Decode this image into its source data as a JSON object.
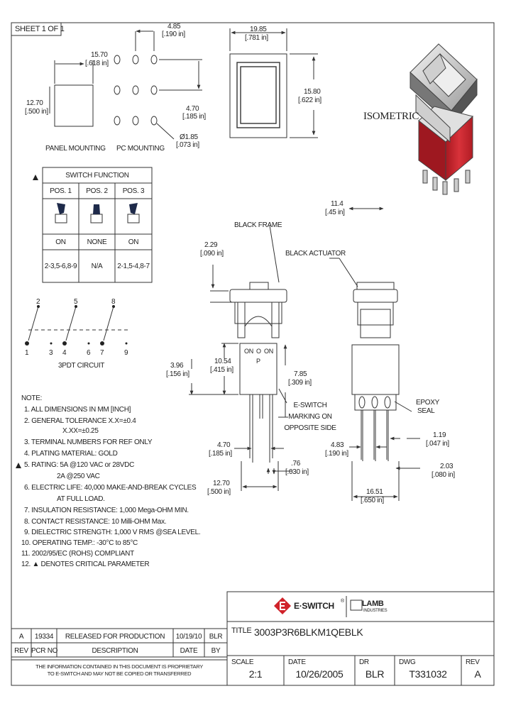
{
  "sheet_label": "SHEET 1 OF 1",
  "dims": {
    "top_485": "4.85",
    "top_485_in": "[.190 in]",
    "width_1570": "15.70",
    "width_1570_in": "[.618 in]",
    "height_1270": "12.70",
    "height_1270_in": "[.500 in]",
    "pc_470": "4.70",
    "pc_470_in": "[.185 in]",
    "hole_185": "Ø1.85",
    "hole_185_in": "[.073 in]",
    "frame_1985": "19.85",
    "frame_1985_in": "[.781 in]",
    "frame_1580": "15.80",
    "frame_1580_in": "[.622 in]",
    "d_1140": "11.4",
    "d_1140_in": "[.45 in]",
    "d_229": "2.29",
    "d_229_in": "[.090 in]",
    "d_396": "3.96",
    "d_396_in": "[.156 in]",
    "d_1054": "10.54",
    "d_1054_in": "[.415 in]",
    "d_785": "7.85",
    "d_785_in": "[.309 in]",
    "d_470b": "4.70",
    "d_470b_in": "[.185 in]",
    "d_076": ".76",
    "d_076_in": "[.030 in]",
    "d_1270b": "12.70",
    "d_1270b_in": "[.500 in]",
    "d_483": "4.83",
    "d_483_in": "[.190 in]",
    "d_119": "1.19",
    "d_119_in": "[.047 in]",
    "d_203": "2.03",
    "d_203_in": "[.080 in]",
    "d_1651": "16.51",
    "d_1651_in": "[.650 in]"
  },
  "labels": {
    "panel_mounting": "PANEL MOUNTING",
    "pc_mounting": "PC MOUNTING",
    "isometric": "ISOMETRIC",
    "black_frame": "BLACK FRAME",
    "black_actuator": "BLACK ACTUATOR",
    "epoxy": "EPOXY",
    "seal": "SEAL",
    "eswitch_marking_1": "E-SWITCH",
    "eswitch_marking_2": "MARKING ON",
    "eswitch_marking_3": "OPPOSITE SIDE",
    "side_on_left": "ON",
    "side_o": "O",
    "side_on_right": "ON",
    "side_p": "P",
    "circuit_caption": "3PDT CIRCUIT"
  },
  "switch_function": {
    "title": "SWITCH FUNCTION",
    "headers": [
      "POS. 1",
      "POS. 2",
      "POS. 3"
    ],
    "states": [
      "ON",
      "NONE",
      "ON"
    ],
    "connections": [
      "2-3,5-6,8-9",
      "N/A",
      "2-1,5-4,8-7"
    ]
  },
  "circuit": {
    "top_pins": [
      "2",
      "5",
      "8"
    ],
    "bottom_pins": [
      "1",
      "3",
      "4",
      "6",
      "7",
      "9"
    ]
  },
  "notes": {
    "title": "NOTE:",
    "lines": [
      "1. ALL DIMENSIONS IN MM [INCH]",
      "2. GENERAL TOLERANCE  X.X=±0.4",
      "X.XX=±0.25",
      "3. TERMINAL NUMBERS FOR REF ONLY",
      "4. PLATING MATERIAL: GOLD",
      "5. RATING: 5A @120 VAC or 28VDC",
      "2A @250 VAC",
      "6. ELECTRIC LIFE: 40,000 MAKE-AND-BREAK CYCLES",
      "AT FULL LOAD.",
      "7. INSULATION RESISTANCE: 1,000 Mega-OHM MIN.",
      "8. CONTACT RESISTANCE: 10 Milli-OHM Max.",
      "9. DIELECTRIC STRENGTH: 1,000 V RMS @SEA LEVEL.",
      "10. OPERATING TEMP.: -30°C to 85°C",
      "11. 2002/95/EC (ROHS) COMPLIANT",
      "12. ▲ DENOTES CRITICAL PARAMETER"
    ]
  },
  "revision_table": {
    "row": {
      "rev": "A",
      "pcr": "19334",
      "desc": "RELEASED FOR PRODUCTION",
      "date": "10/19/10",
      "by": "BLR"
    },
    "headers": {
      "rev": "REV",
      "pcr": "PCR NO",
      "desc": "DESCRIPTION",
      "date": "DATE",
      "by": "BY"
    }
  },
  "disclaimer_1": "THE INFORMATION CONTAINED IN THIS DOCUMENT IS PROPRIETARY",
  "disclaimer_2": "TO E-SWITCH AND MAY NOT BE COPIED OR TRANSFERRED",
  "title_block": {
    "brand": "E·SWITCH",
    "brand_reg": "®",
    "lamb": "LAMB",
    "lamb_sub": "INDUSTRIES",
    "title_label": "TITLE",
    "title_value": "3003P3R6BLKM1QEBLK",
    "scale_label": "SCALE",
    "scale_value": "2:1",
    "date_label": "DATE",
    "date_value": "10/26/2005",
    "dr_label": "DR",
    "dr_value": "BLR",
    "dwg_label": "DWG",
    "dwg_value": "T331032",
    "rev_label": "REV",
    "rev_value": "A"
  },
  "colors": {
    "brand_red": "#d0222a",
    "body_red": "#c8202a",
    "line": "#333333"
  }
}
